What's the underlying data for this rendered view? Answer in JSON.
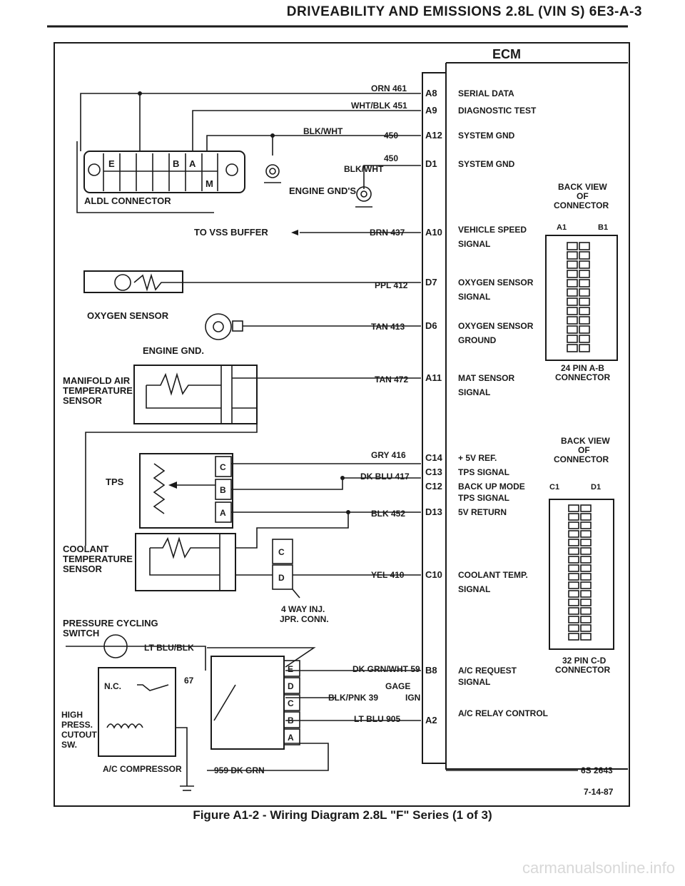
{
  "header": {
    "title": "DRIVEABILITY AND EMISSIONS 2.8L (VIN S) 6E3-A-3"
  },
  "caption": "Figure A1-2 - Wiring Diagram 2.8L \"F\" Series (1 of 3)",
  "ecm": {
    "title": "ECM",
    "pins": [
      "A8",
      "A9",
      "A12",
      "D1",
      "A10",
      "D7",
      "D6",
      "A11",
      "C14",
      "C13",
      "C12",
      "D13",
      "C10",
      "B8",
      "A2"
    ],
    "functions": [
      "SERIAL DATA",
      "DIAGNOSTIC TEST",
      "SYSTEM GND",
      "SYSTEM GND",
      "VEHICLE SPEED",
      "SIGNAL",
      "OXYGEN SENSOR",
      "SIGNAL",
      "OXYGEN SENSOR",
      "GROUND",
      "MAT SENSOR",
      "SIGNAL",
      "+ 5V REF.",
      "TPS SIGNAL",
      "BACK UP MODE",
      "TPS SIGNAL",
      "5V RETURN",
      "COOLANT TEMP.",
      "SIGNAL",
      "A/C REQUEST",
      "SIGNAL",
      "A/C RELAY CONTROL"
    ]
  },
  "wires": [
    "ORN 461",
    "WHT/BLK 451",
    "BLK/WHT",
    "450",
    "450",
    "BLK/WHT",
    "BRN 437",
    "PPL 412",
    "TAN 413",
    "TAN 472",
    "GRY 416",
    "DK BLU 417",
    "BLK 452",
    "YEL 410",
    "DK GRN/WHT 59",
    "BLK/PNK 39",
    "LT BLU 905",
    "959 DK GRN",
    "LT BLU/BLK",
    "67"
  ],
  "components": {
    "aldl": "ALDL CONNECTOR",
    "aldl_letters": [
      "E",
      "B",
      "A",
      "M"
    ],
    "engine_gnds": "ENGINE GND'S",
    "vss": "TO VSS BUFFER",
    "o2": "OXYGEN SENSOR",
    "engine_gnd": "ENGINE GND.",
    "mat": [
      "MANIFOLD AIR",
      "TEMPERATURE",
      "SENSOR"
    ],
    "tps": "TPS",
    "tps_letters": [
      "C",
      "B",
      "A"
    ],
    "coolant": [
      "COOLANT",
      "TEMPERATURE",
      "SENSOR"
    ],
    "jumper_letters": [
      "C",
      "D"
    ],
    "jumper": [
      "4 WAY INJ.",
      "JPR. CONN."
    ],
    "pressure": [
      "PRESSURE CYCLING",
      "SWITCH"
    ],
    "nc": "N.C.",
    "hp": [
      "HIGH",
      "PRESS.",
      "CUTOUT",
      "SW."
    ],
    "compressor": "A/C COMPRESSOR",
    "relay_letters": [
      "E",
      "D",
      "C",
      "B",
      "A"
    ],
    "gage": "GAGE",
    "ign": "IGN"
  },
  "connectors": {
    "back_view_1": [
      "BACK VIEW",
      "OF",
      "CONNECTOR"
    ],
    "pins_ab": [
      "A1",
      "B1"
    ],
    "conn_ab": [
      "24 PIN A-B",
      "CONNECTOR"
    ],
    "back_view_2": [
      "BACK VIEW",
      "OF",
      "CONNECTOR"
    ],
    "pins_cd": [
      "C1",
      "D1"
    ],
    "conn_cd": [
      "32 PIN C-D",
      "CONNECTOR"
    ]
  },
  "footer": {
    "code": "6S 2643",
    "date": "7-14-87"
  },
  "watermark": "carmanualsonline.info"
}
